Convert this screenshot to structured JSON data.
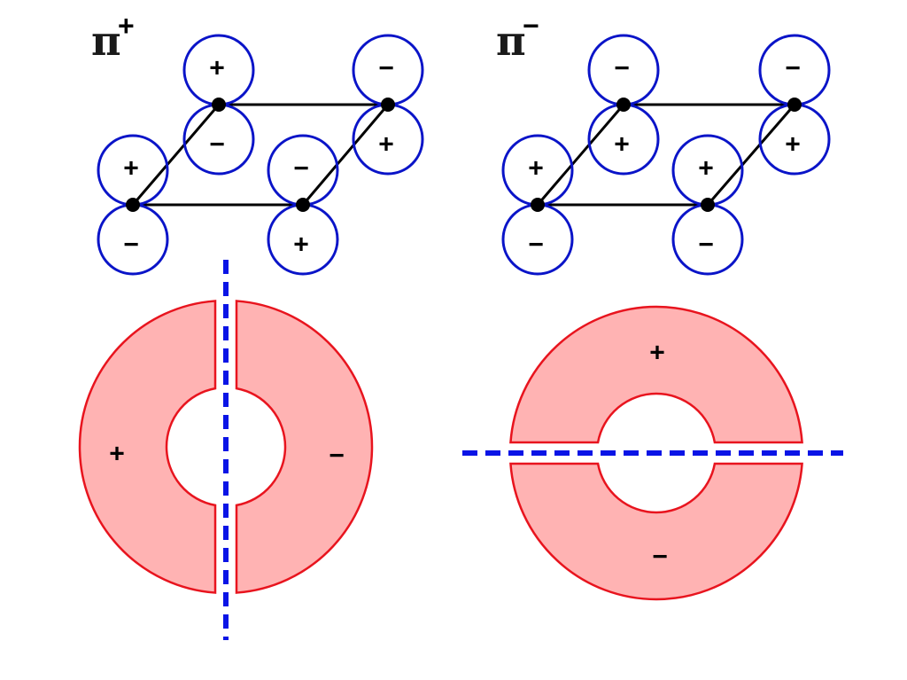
{
  "title": "Pi molecular orbitals of butadiene-like system with nodal planes",
  "colors": {
    "orbital_stroke": "#0a14c8",
    "bond": "#000000",
    "torus_fill": "#ffb3b3",
    "torus_stroke": "#e8141e",
    "node_line": "#0a14e6"
  },
  "panels": [
    {
      "name": "pi-plus",
      "label": "π",
      "superscript": "+",
      "atoms": [
        {
          "top_sign": "+",
          "bottom_sign": "−"
        },
        {
          "top_sign": "+",
          "bottom_sign": "−"
        },
        {
          "top_sign": "−",
          "bottom_sign": "+"
        },
        {
          "top_sign": "−",
          "bottom_sign": "+"
        }
      ],
      "torus": {
        "orientation": "vertical-node",
        "sign_a": "+",
        "sign_b": "−"
      }
    },
    {
      "name": "pi-minus",
      "label": "π",
      "superscript": "−",
      "atoms": [
        {
          "top_sign": "+",
          "bottom_sign": "−"
        },
        {
          "top_sign": "−",
          "bottom_sign": "+"
        },
        {
          "top_sign": "+",
          "bottom_sign": "−"
        },
        {
          "top_sign": "−",
          "bottom_sign": "+"
        }
      ],
      "torus": {
        "orientation": "horizontal-node",
        "sign_a": "+",
        "sign_b": "−"
      }
    }
  ]
}
